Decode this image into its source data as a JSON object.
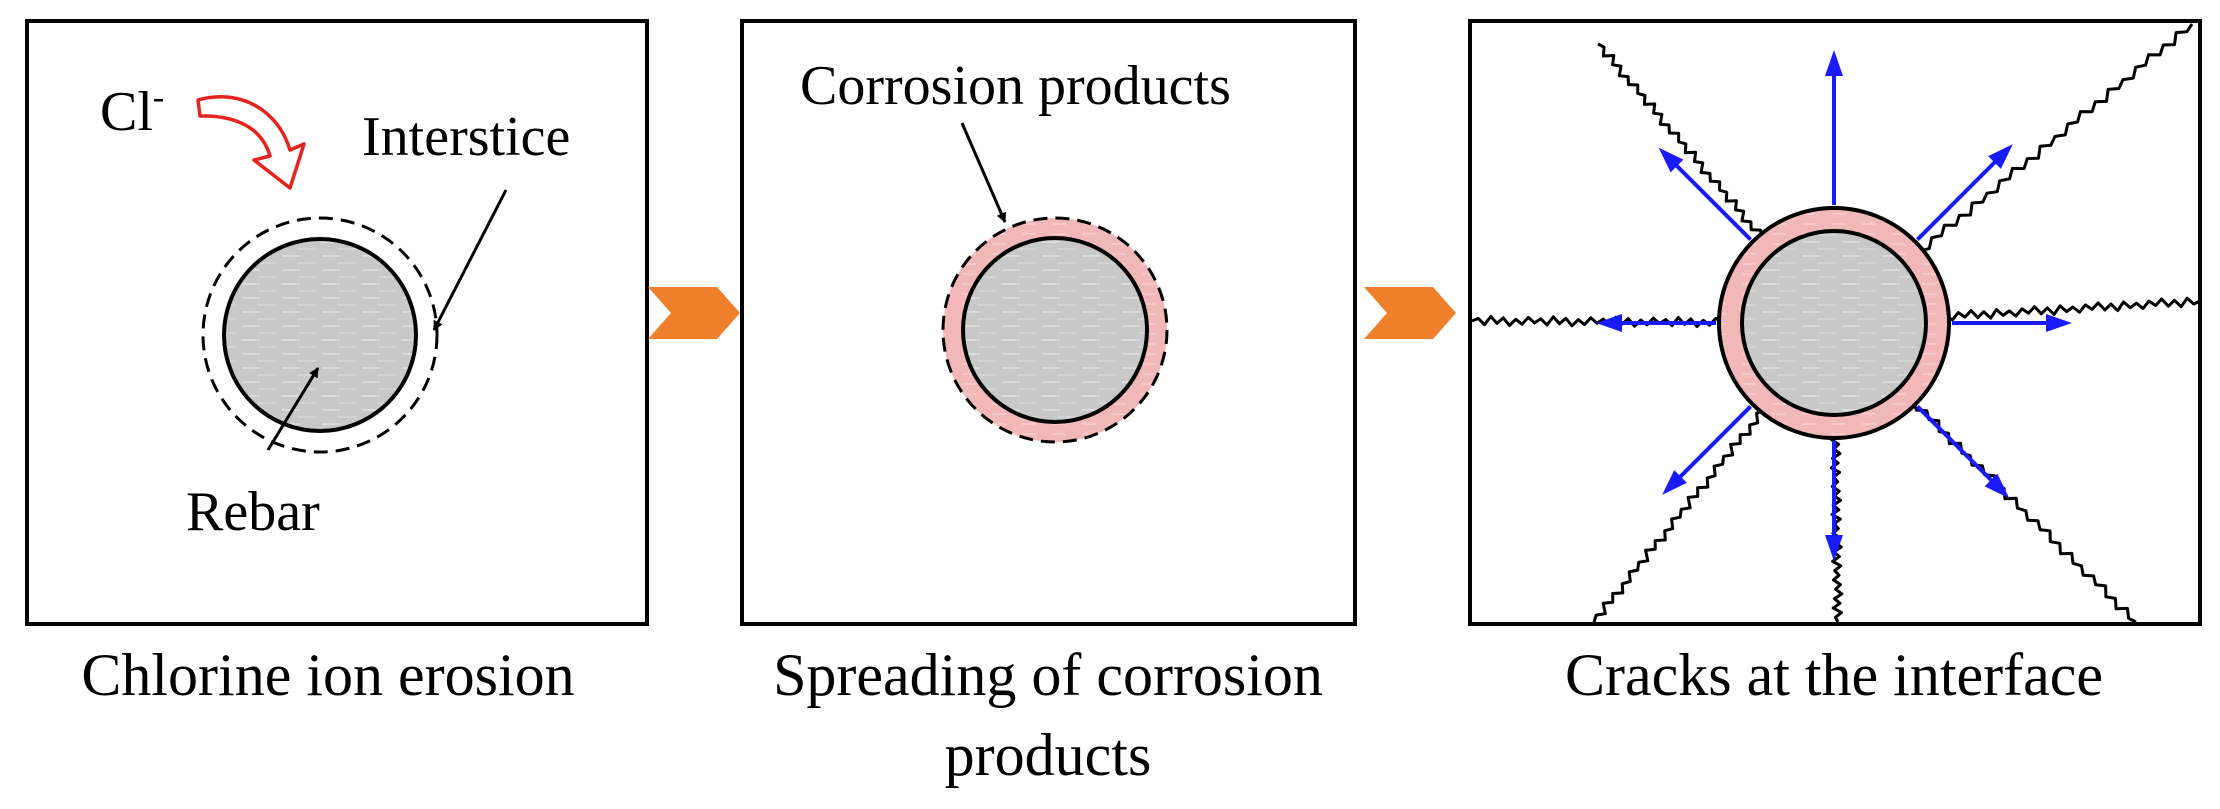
{
  "panels": [
    {
      "caption": [
        "Chlorine ion erosion"
      ],
      "labels": {
        "ion": "Cl",
        "ion_sup": "-",
        "interstice": "Interstice",
        "rebar": "Rebar"
      }
    },
    {
      "caption": [
        "Spreading of corrosion",
        "products"
      ],
      "labels": {
        "corrosion": "Corrosion products"
      }
    },
    {
      "caption": [
        "Cracks at the interface"
      ],
      "labels": {}
    }
  ],
  "colors": {
    "frame": "#000000",
    "rebar_fill": "#c8c8c8",
    "corrosion_fill": "#f2b8b8",
    "ion_arrow": "#e8231f",
    "stage_arrow": "#ef7f2a",
    "expansion_arrow": "#1a1aff",
    "crack": "#000000"
  },
  "icons": {
    "stage_connector": "chevron-right-icon",
    "ion_path": "curved-arrow-icon"
  }
}
